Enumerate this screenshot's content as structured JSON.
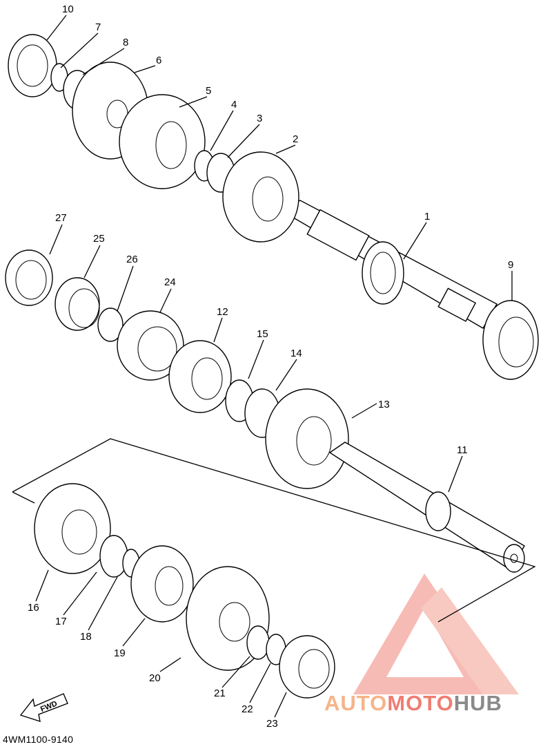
{
  "diagram": {
    "part_code": "4WM1100-9140",
    "fwd_label": "FWD",
    "watermark": {
      "part1": "AUTO",
      "part2": "MOTO",
      "part3": "HUB",
      "colors": [
        "#f6b48a",
        "#ef7d72",
        "#8a8a8a"
      ]
    },
    "labels": [
      "1",
      "2",
      "3",
      "4",
      "5",
      "6",
      "7",
      "8",
      "9",
      "10",
      "11",
      "12",
      "13",
      "14",
      "15",
      "16",
      "17",
      "18",
      "19",
      "20",
      "21",
      "22",
      "23",
      "24",
      "25",
      "26",
      "27"
    ]
  }
}
